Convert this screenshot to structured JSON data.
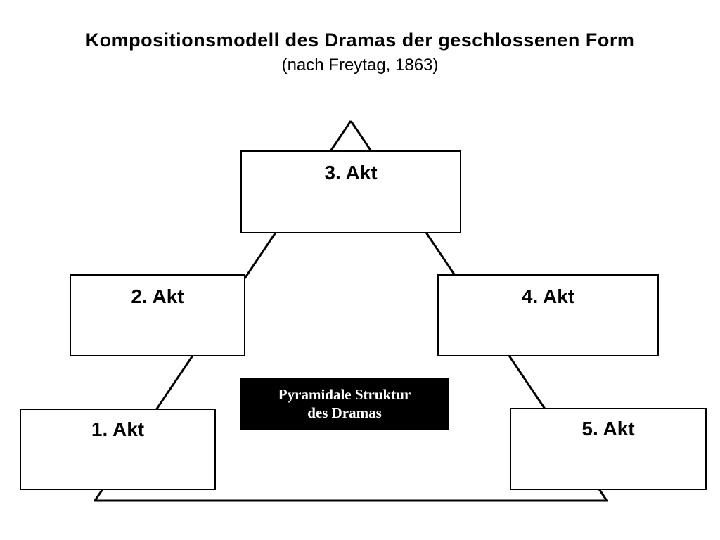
{
  "header": {
    "title": "Kompositionsmodell des Dramas der geschlossenen Form",
    "subtitle": "(nach Freytag, 1863)"
  },
  "acts": [
    {
      "label": "1. Akt"
    },
    {
      "label": "2. Akt"
    },
    {
      "label": "3. Akt"
    },
    {
      "label": "4. Akt"
    },
    {
      "label": "5. Akt"
    }
  ],
  "center": {
    "line1": "Pyramidale Struktur",
    "line2": "des Dramas",
    "background": "#000000",
    "text_color": "#ffffff"
  }
}
